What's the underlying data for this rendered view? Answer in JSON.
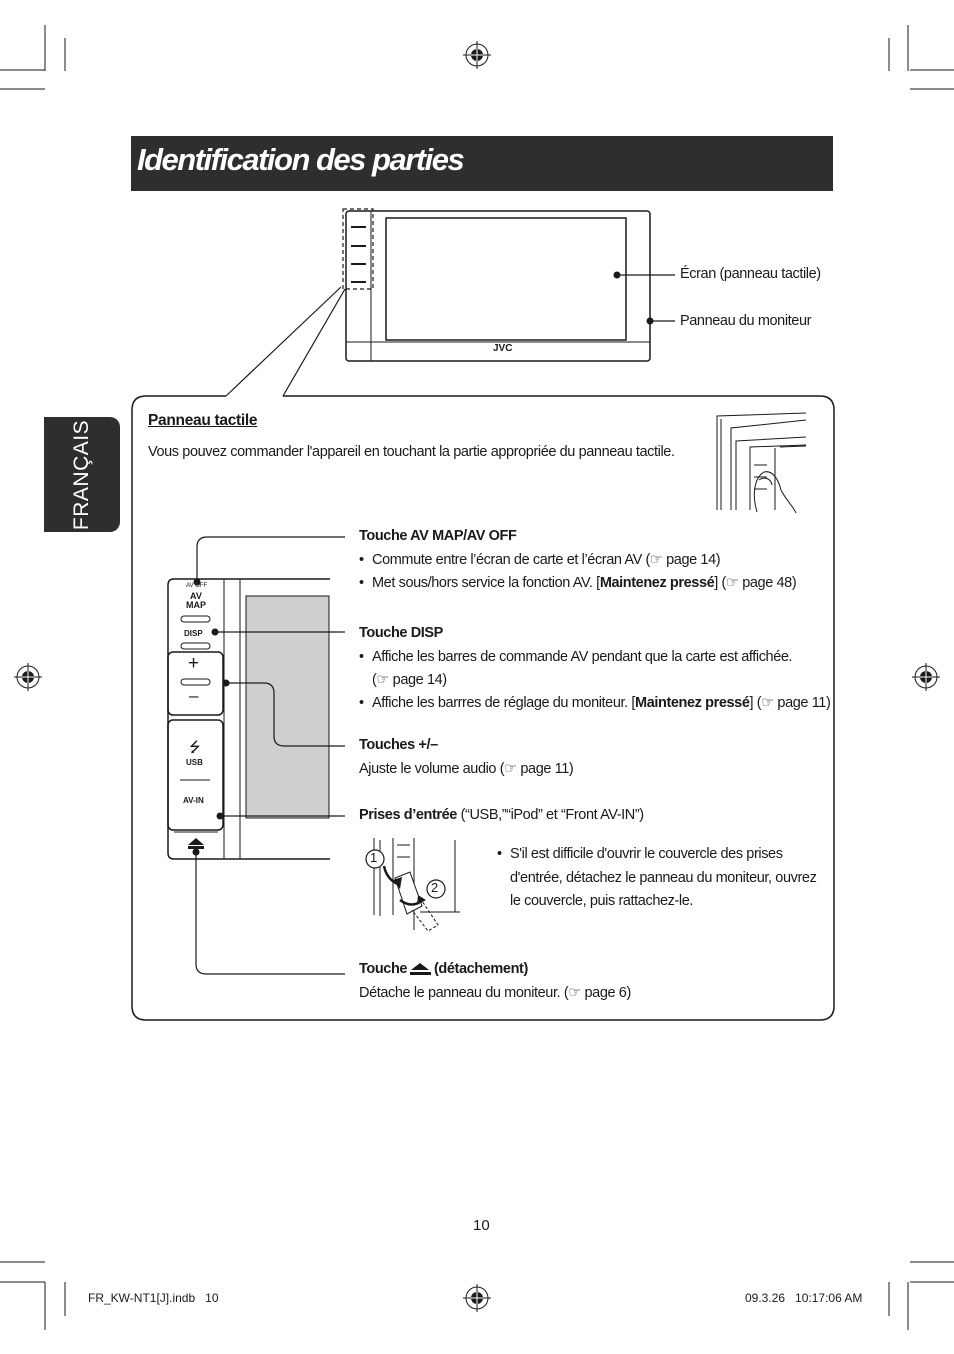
{
  "header": {
    "title": "Identification des parties"
  },
  "side_tab": {
    "label": "FRANÇAIS"
  },
  "monitor": {
    "brand": "JVC",
    "callouts": {
      "screen": "Écran (panneau tactile)",
      "panel": "Panneau du moniteur"
    }
  },
  "touch_panel": {
    "heading": "Panneau tactile",
    "intro": "Vous pouvez commander l'appareil en touchant la partie appropriée du panneau tactile."
  },
  "panel_labels": {
    "av_off": "AV OFF",
    "av": "AV",
    "map": "MAP",
    "disp": "DISP",
    "plus": "+",
    "minus": "–",
    "usb_symbol": "⭍",
    "usb": "USB",
    "av_in": "AV-IN",
    "num1": "1",
    "num2": "2"
  },
  "sections": {
    "avmap": {
      "title": "Touche AV MAP/AV OFF",
      "b1": "Commute entre l’écran de carte et l’écran AV (☞ page 14)",
      "b2_pre": "Met sous/hors service la fonction AV. [",
      "b2_bold": "Maintenez pressé",
      "b2_post": "] (☞ page 48)"
    },
    "disp": {
      "title": "Touche DISP",
      "b1_line1": "Affiche les barres de commande AV pendant que la carte est affichée.",
      "b1_line2": "(☞ page 14)",
      "b2_pre": "Affiche les barrres de réglage du moniteur. [",
      "b2_bold": "Maintenez pressé",
      "b2_post": "] (☞ page 11)"
    },
    "volume": {
      "title": "Touches +/–",
      "text": "Ajuste le volume audio (☞ page 11)"
    },
    "inputs": {
      "title": "Prises d’entrée",
      "title_rest": " (“USB,”“iPod” et “Front AV-IN”)",
      "note_line1": "S'il est difficile d'ouvrir le couvercle des prises",
      "note_line2": "d'entrée, détachez le panneau du moniteur, ouvrez",
      "note_line3": "le couvercle, puis rattachez-le."
    },
    "detach": {
      "title_pre": "Touche",
      "title_post": "(détachement)",
      "text": "Détache le panneau du moniteur. (☞ page 6)"
    }
  },
  "footer": {
    "page_number": "10",
    "file": "FR_KW-NT1[J].indb   10",
    "date": "09.3.26   10:17:06 AM"
  },
  "bullet_char": "•"
}
